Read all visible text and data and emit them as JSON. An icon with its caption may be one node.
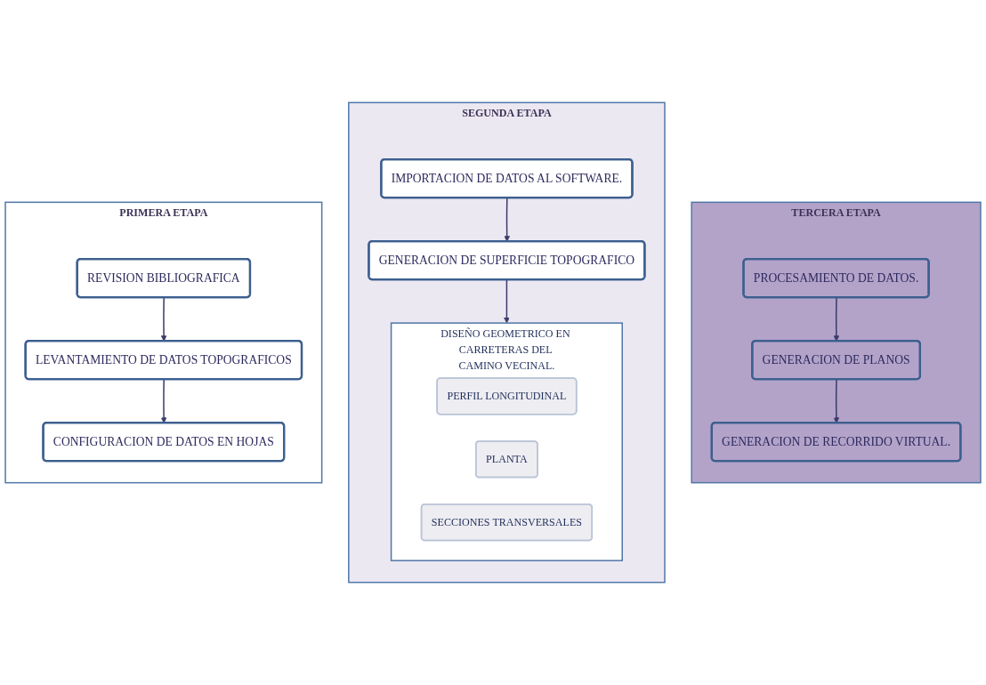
{
  "diagram": {
    "nodes": [
      {
        "text": [
          "PRIMERA ETAPA"
        ]
      },
      {
        "text": [
          "REVISION BIBLIOGRAFICA"
        ],
        "in": 0
      },
      {
        "text": [
          "LEVANTAMIENTO DE DATOS TOPOGRAFICOS"
        ],
        "in": 0
      },
      {
        "text": [
          "CONFIGURACION DE DATOS EN HOJAS"
        ],
        "in": 0
      },
      {
        "text": [
          "SEGUNDA ETAPA"
        ]
      },
      {
        "text": [
          "IMPORTACION DE DATOS AL SOFTWARE."
        ],
        "in": 4
      },
      {
        "text": [
          "GENERACION DE SUPERFICIE TOPOGRAFICO"
        ],
        "in": 4
      },
      {
        "text": [
          "DISEÑO GEOMETRICO EN CARRETERAS DEL CAMINO VECINAL."
        ],
        "in": 4
      },
      {
        "text": [
          "PERFIL LONGITUDINAL"
        ],
        "in": 7
      },
      {
        "text": [
          "PLANTA"
        ],
        "in": 7
      },
      {
        "text": [
          "SECCIONES TRANSVERSALES"
        ],
        "in": 7
      },
      {
        "text": [
          "TERCERA ETAPA"
        ]
      },
      {
        "text": [
          "PROCESAMIENTO DE DATOS."
        ],
        "in": 11
      },
      {
        "text": [
          "GENERACION DE PLANOS"
        ],
        "in": 11
      },
      {
        "text": [
          "GENERACION DE RECORRIDO VIRTUAL."
        ],
        "in": 11
      }
    ],
    "edges": [
      {
        "from": 1,
        "to": 2,
        "arrow": "to"
      },
      {
        "from": 2,
        "to": 3,
        "arrow": "to"
      },
      {
        "from": 5,
        "to": 6,
        "arrow": "to"
      },
      {
        "from": 6,
        "to": 7,
        "arrow": "to"
      },
      {
        "from": 12,
        "to": 13,
        "arrow": "to"
      },
      {
        "from": 13,
        "to": 14,
        "arrow": "to"
      }
    ]
  }
}
